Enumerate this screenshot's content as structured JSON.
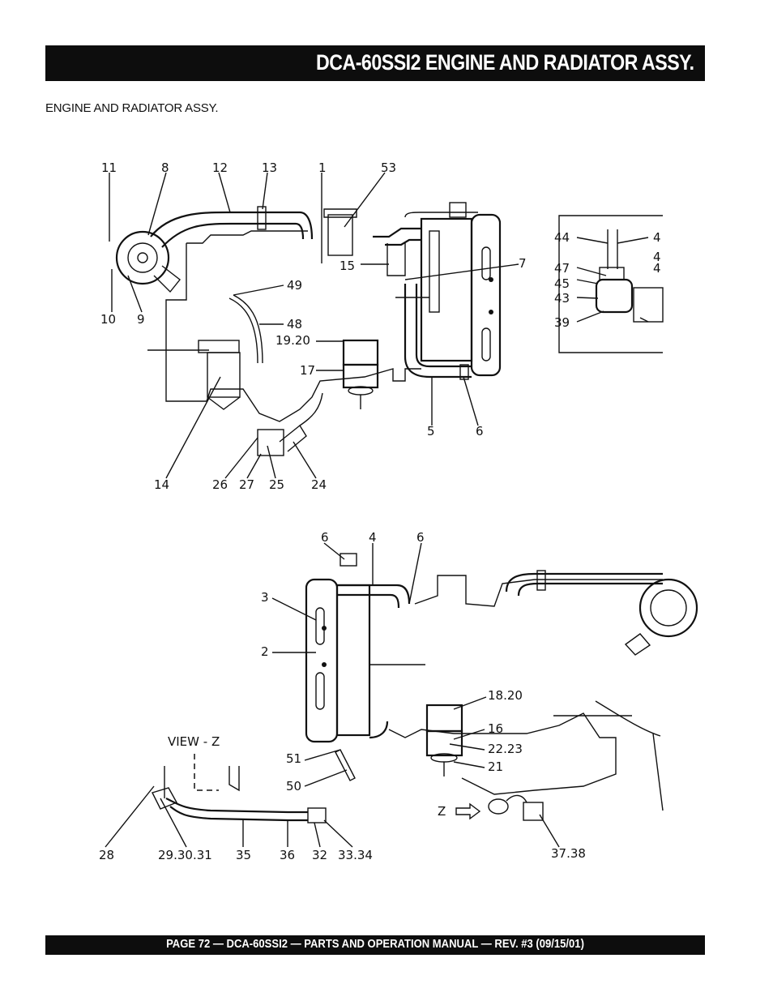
{
  "header": {
    "title": "DCA-60SSI2  ENGINE AND RADIATOR ASSY."
  },
  "section": {
    "subtitle": "ENGINE AND RADIATOR ASSY."
  },
  "footer": {
    "text": "PAGE 72 — DCA-60SSI2 — PARTS AND OPERATION  MANUAL — REV. #3  (09/15/01)"
  },
  "callouts_top": [
    "11",
    "8",
    "12",
    "13",
    "1",
    "53",
    "10",
    "9",
    "15",
    "7",
    "49",
    "48",
    "19.20",
    "17",
    "14",
    "26",
    "27",
    "25",
    "24",
    "5",
    "6"
  ],
  "callouts_inset": [
    "44",
    "4",
    "47",
    "4",
    "45",
    "43",
    "39",
    "4"
  ],
  "callouts_bottom": [
    "6",
    "4",
    "6",
    "3",
    "2",
    "18.20",
    "16",
    "22.23",
    "21",
    "VIEW - Z",
    "51",
    "50",
    "Z",
    "28",
    "29.30.31",
    "35",
    "36",
    "32",
    "33.34",
    "37.38"
  ]
}
